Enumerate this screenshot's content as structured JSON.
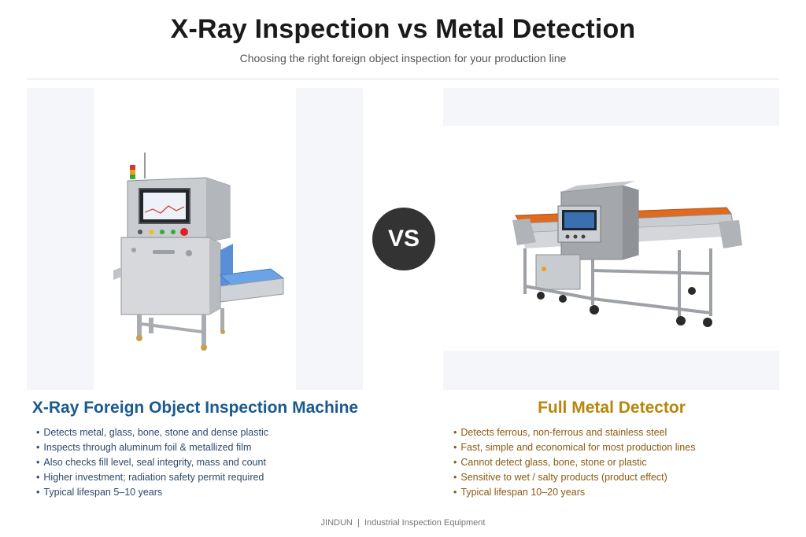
{
  "header": {
    "title": "X-Ray Inspection vs Metal Detection",
    "subtitle": "Choosing the right foreign object inspection for your production line"
  },
  "vs_label": "VS",
  "xray": {
    "title": "X-Ray Foreign Object Inspection Machine",
    "features": [
      "Detects metal, glass, bone, stone and dense plastic",
      "Inspects through aluminum foil & metallized film",
      "Also checks fill level, seal integrity, mass and count",
      "Higher investment; radiation safety permit required",
      "Typical lifespan 5–10 years"
    ],
    "color": "#1b5a8e"
  },
  "metal": {
    "title": "Full Metal Detector",
    "features": [
      "Detects ferrous, non-ferrous and stainless steel",
      "Fast, simple and economical for most production lines",
      "Cannot detect glass, bone, stone or plastic",
      "Sensitive to wet / salty products (product effect)",
      "Typical lifespan 10–20 years"
    ],
    "color": "#b8860b"
  },
  "footer": {
    "brand": "JINDUN",
    "separator": "|",
    "tagline": "Industrial Inspection Equipment"
  },
  "icons": {
    "xray_machine": "xray-machine-image",
    "metal_detector": "metal-detector-image"
  }
}
